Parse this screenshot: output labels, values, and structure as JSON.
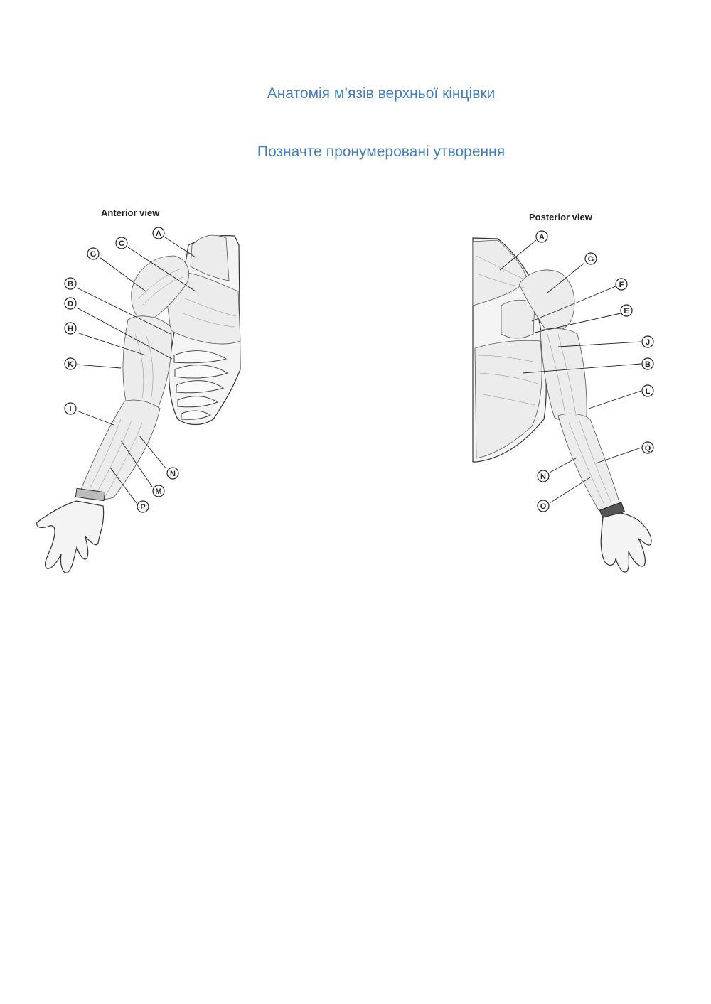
{
  "header": {
    "title": "Анатомія м’язів верхньої кінцівки",
    "subtitle": "Позначте пронумеровані утворення"
  },
  "anterior": {
    "view_label": "Anterior view",
    "markers": [
      "A",
      "C",
      "G",
      "B",
      "D",
      "H",
      "K",
      "I",
      "N",
      "M",
      "P"
    ]
  },
  "posterior": {
    "view_label": "Posterior view",
    "markers": [
      "A",
      "G",
      "F",
      "E",
      "J",
      "B",
      "L",
      "Q",
      "N",
      "O"
    ]
  },
  "colors": {
    "title": "#3f7fc0",
    "ink": "#222222"
  }
}
